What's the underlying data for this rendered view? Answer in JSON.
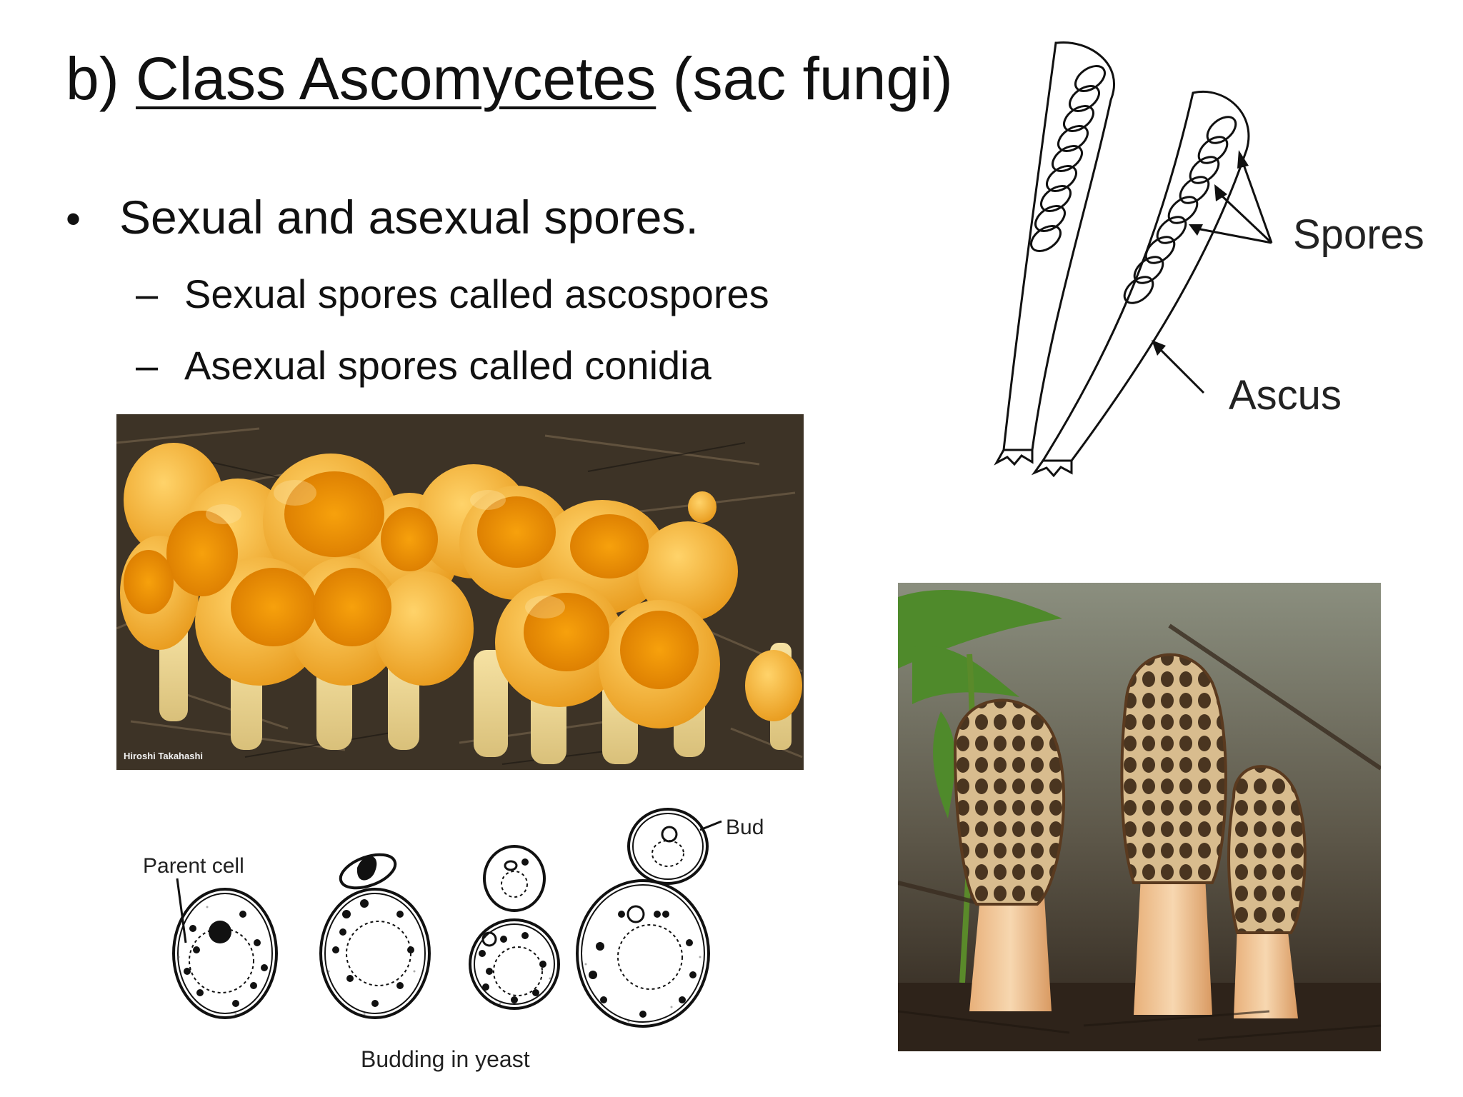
{
  "slide": {
    "title_prefix": "b) ",
    "title_underlined": "Class Ascomycetes",
    "title_suffix": " (sac fungi)",
    "bullet_symbol": "•",
    "bullet": "Sexual and asexual spores.",
    "sub_symbol": "–",
    "sub_bullets": [
      "Sexual spores called ascospores",
      "Asexual spores called conidia"
    ]
  },
  "ascus_diagram": {
    "label_spores": "Spores",
    "label_ascus": "Ascus"
  },
  "cup_photo": {
    "credit": "Hiroshi Takahashi"
  },
  "yeast_diagram": {
    "label_parent": "Parent cell",
    "label_bud": "Bud",
    "caption": "Budding in yeast"
  },
  "colors": {
    "cup_fungi": "#f2a92a",
    "cup_interior": "#f08c05",
    "morel_cap": "#8a6a45",
    "morel_stem": "#f0c89a",
    "forest_floor": "#3d3326"
  }
}
